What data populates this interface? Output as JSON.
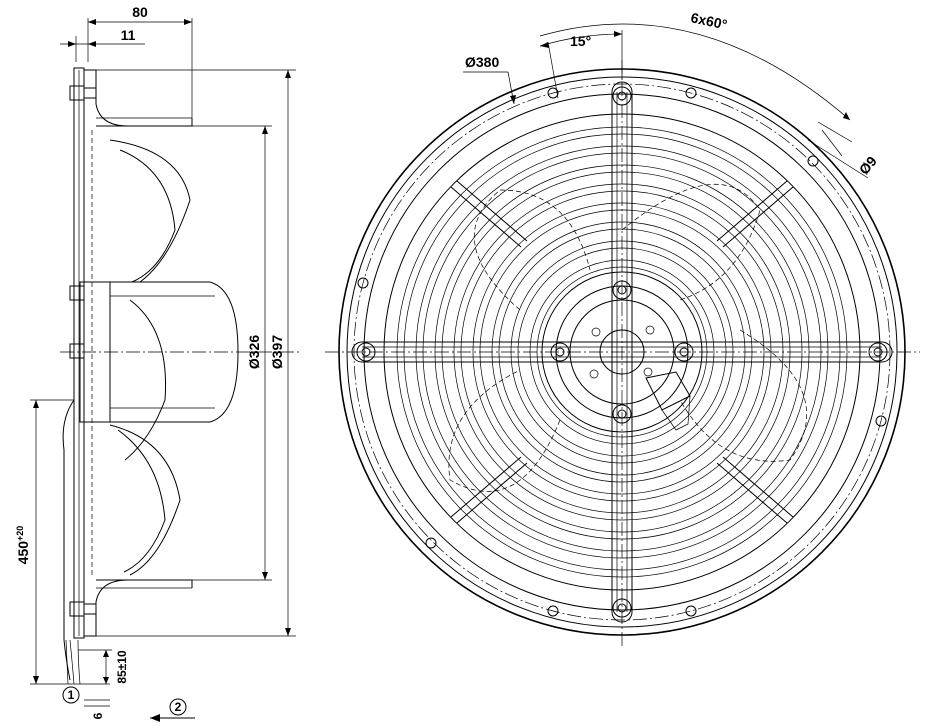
{
  "dimensions": {
    "depth": "80",
    "flange_offset": "11",
    "dia_bolt_circle": "Ø380",
    "angle_offset": "15°",
    "angle_pattern": "6x60°",
    "dia_hole": "Ø9",
    "dia_inner": "Ø326",
    "dia_outer": "Ø397",
    "cable_length": "450",
    "cable_length_tol": "+20",
    "cable_strip": "85±10",
    "strip_small": "6"
  },
  "callouts": {
    "item1": "1",
    "item2": "2"
  }
}
